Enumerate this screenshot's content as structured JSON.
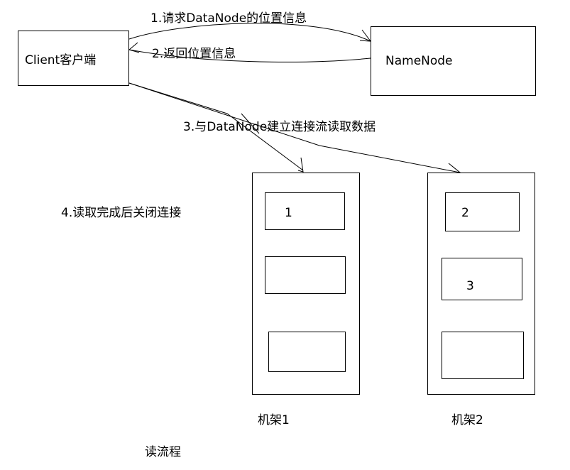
{
  "client": {
    "label": "Client客户端"
  },
  "namenode": {
    "label": "NameNode"
  },
  "steps": {
    "step1": "1.请求DataNode的位置信息",
    "step2": "2.返回位置信息",
    "step3": "3.与DataNode建立连接流读取数据",
    "step4": "4.读取完成后关闭连接"
  },
  "racks": [
    {
      "label": "机架1",
      "blocks": [
        "1",
        "",
        ""
      ]
    },
    {
      "label": "机架2",
      "blocks": [
        "2",
        "3",
        ""
      ]
    }
  ],
  "caption": "读流程"
}
